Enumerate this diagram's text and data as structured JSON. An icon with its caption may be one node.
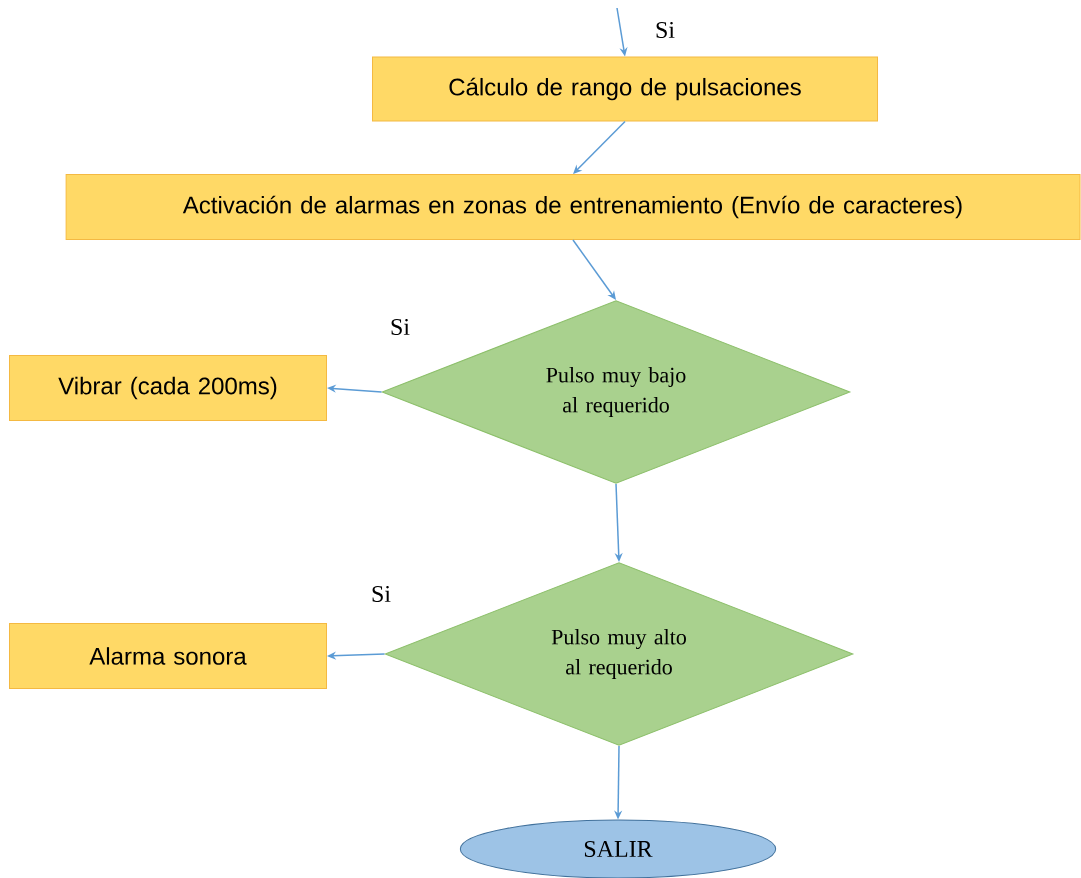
{
  "diagram": {
    "nodes": [
      {
        "text": [
          "Cálculo de rango de pulsaciones"
        ]
      },
      {
        "text": [
          "Activación de alarmas en zonas de entrenamiento (Envío de caracteres)"
        ]
      },
      {
        "text": [
          "Pulso muy bajo al requerido"
        ]
      },
      {
        "text": [
          "Vibrar (cada 200ms)"
        ]
      },
      {
        "text": [
          "Pulso muy alto al requerido"
        ]
      },
      {
        "text": [
          "Alarma sonora"
        ]
      },
      {
        "text": [
          "SALIR"
        ]
      }
    ],
    "edges": [
      {
        "from": null,
        "to": 0,
        "arrow": "to",
        "label": "Si"
      },
      {
        "from": 0,
        "to": 1,
        "arrow": "to"
      },
      {
        "from": 1,
        "to": 2,
        "arrow": "to"
      },
      {
        "from": 2,
        "to": 3,
        "arrow": "to",
        "label": "Si"
      },
      {
        "from": 2,
        "to": 4,
        "arrow": "to"
      },
      {
        "from": 4,
        "to": 5,
        "arrow": "to",
        "label": "Si"
      },
      {
        "from": 4,
        "to": 6,
        "arrow": "to"
      }
    ]
  }
}
